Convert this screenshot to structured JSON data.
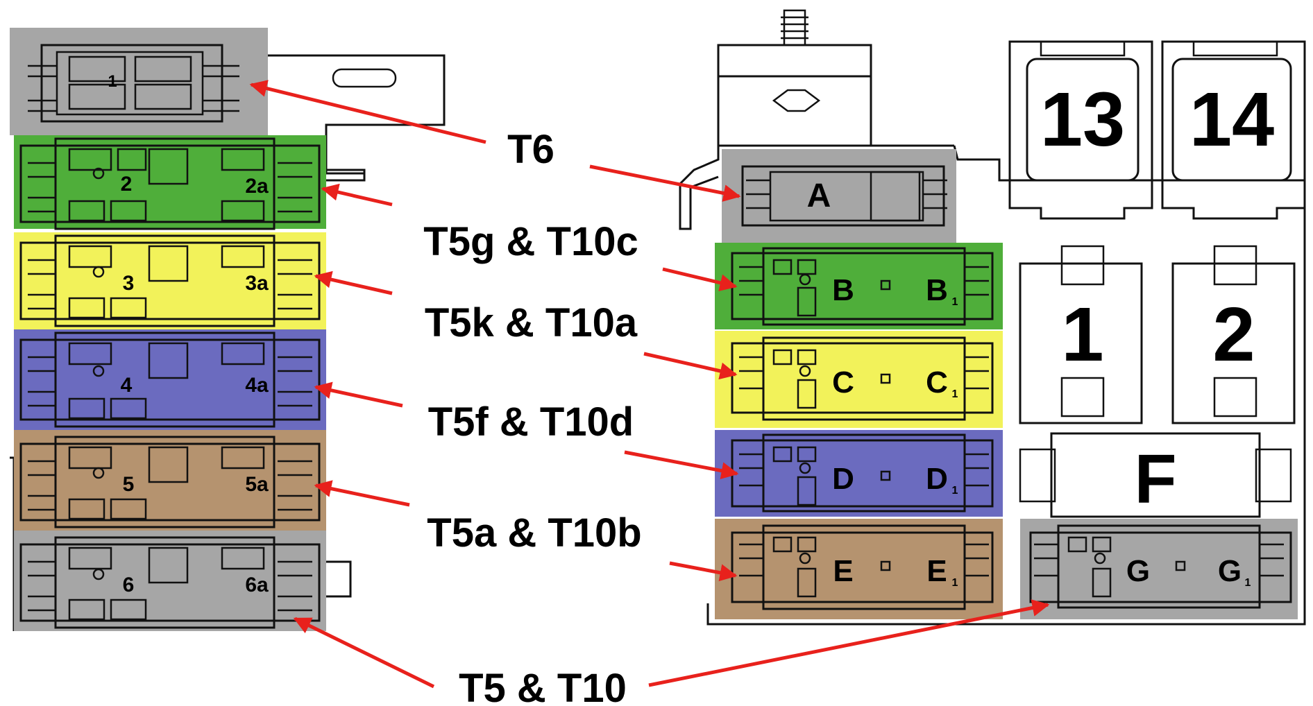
{
  "labels": {
    "t6": "T6",
    "t5g_t10c": "T5g & T10c",
    "t5k_t10a": "T5k & T10a",
    "t5f_t10d": "T5f & T10d",
    "t5a_t10b": "T5a & T10b",
    "t5_t10": "T5 & T10"
  },
  "left_connectors": [
    {
      "main": "1",
      "sub": "",
      "color": "#a6a6a6"
    },
    {
      "main": "2",
      "sub": "2a",
      "color": "#4fae3a"
    },
    {
      "main": "3",
      "sub": "3a",
      "color": "#f2f25a"
    },
    {
      "main": "4",
      "sub": "4a",
      "color": "#6b6bbf"
    },
    {
      "main": "5",
      "sub": "5a",
      "color": "#b5936f"
    },
    {
      "main": "6",
      "sub": "6a",
      "color": "#a6a6a6"
    }
  ],
  "right_connectors": [
    {
      "main": "A",
      "sub": "",
      "color": "#a6a6a6"
    },
    {
      "main": "B",
      "sub": "B",
      "sub_index": "1",
      "color": "#4fae3a"
    },
    {
      "main": "C",
      "sub": "C",
      "sub_index": "1",
      "color": "#f2f25a"
    },
    {
      "main": "D",
      "sub": "D",
      "sub_index": "1",
      "color": "#6b6bbf"
    },
    {
      "main": "E",
      "sub": "E",
      "sub_index": "1",
      "color": "#b5936f"
    },
    {
      "main": "G",
      "sub": "G",
      "sub_index": "1",
      "color": "#a6a6a6"
    }
  ],
  "relays": {
    "r13": "13",
    "r14": "14",
    "r1": "1",
    "r2": "2",
    "rf": "F"
  },
  "colors": {
    "arrow": "#e8211c",
    "green": "#4fae3a",
    "yellow": "#f2f25a",
    "blue": "#6b6bbf",
    "brown": "#b5936f",
    "gray": "#a6a6a6"
  }
}
